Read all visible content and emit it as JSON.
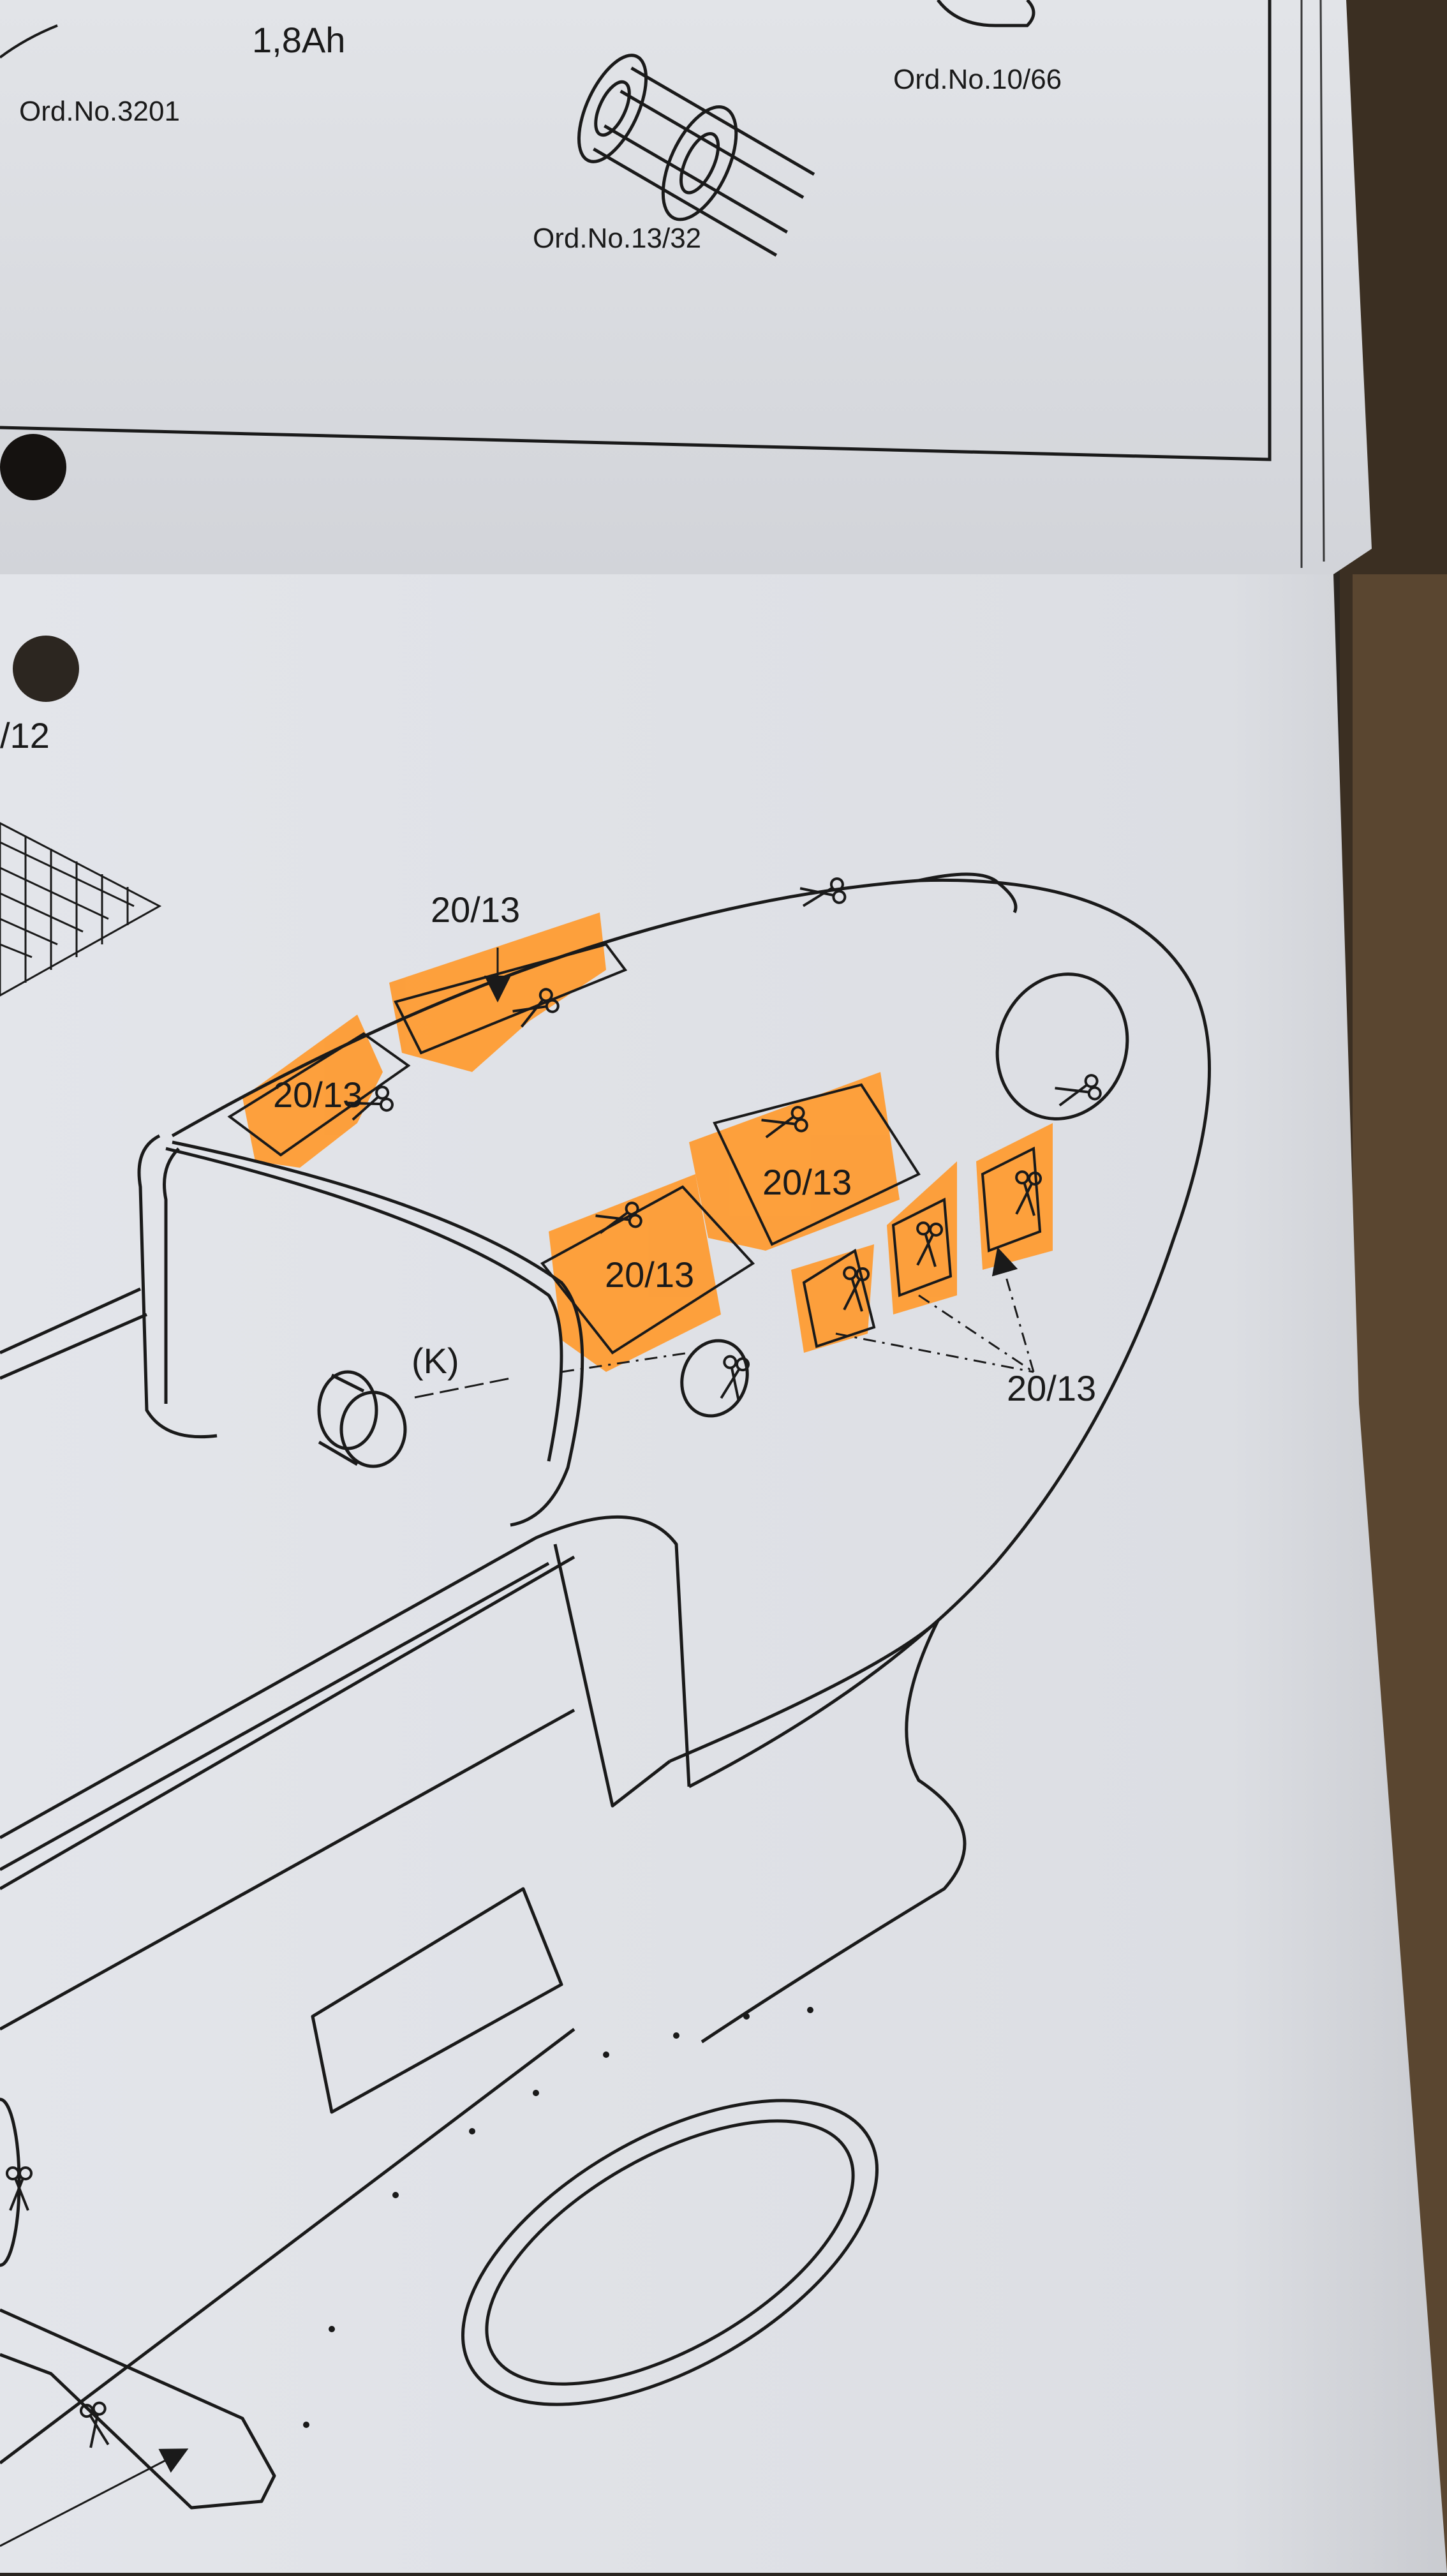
{
  "upper_page": {
    "battery_label": "1,8Ah",
    "order_numbers": {
      "left": "Ord.No.3201",
      "middle": "Ord.No.13/32",
      "right": "Ord.No.10/66"
    }
  },
  "lower_page": {
    "corner_reference": "/12",
    "part_reference": "20/13",
    "detail_marker": "(K)"
  },
  "colors": {
    "paper": "#dfe1e6",
    "ink": "#1a1a1a",
    "highlighter": "#ff9a2e",
    "desk": "#5a4630"
  },
  "icons": [
    "scissors-icon",
    "arrow-icon",
    "screw-assembly-icon",
    "punch-hole-icon"
  ]
}
